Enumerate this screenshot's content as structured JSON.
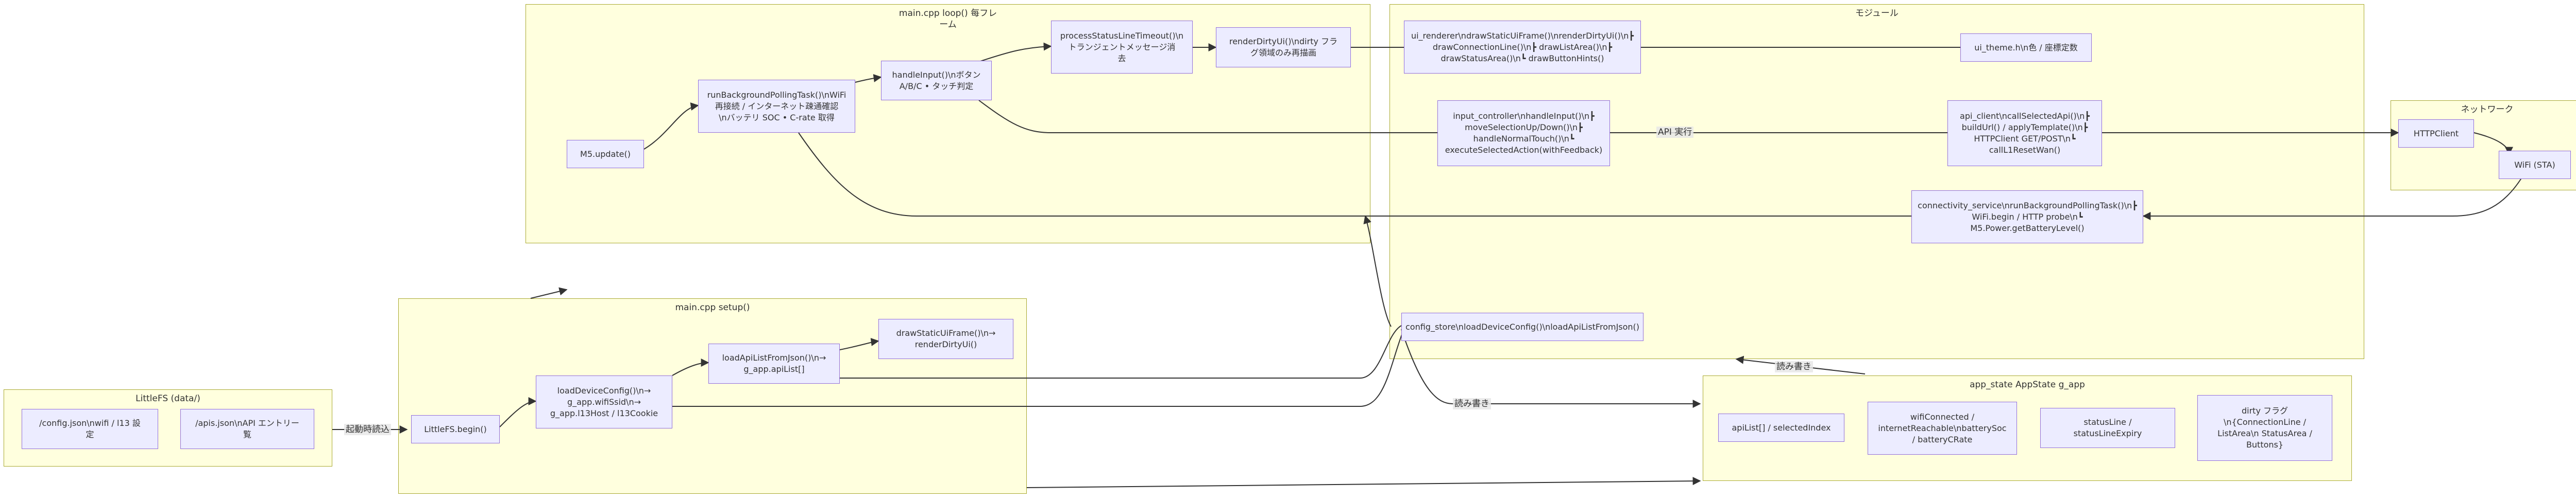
{
  "clusters": {
    "loop": "main.cpp loop() 每フレ\nーム",
    "modules": "モジュール",
    "network": "ネットワーク",
    "setup": "main.cpp setup()",
    "littlefs": "LittleFS (data/)",
    "appstate": "app_state AppState g_app"
  },
  "nodes": {
    "m5update": "M5.update()",
    "bgpoll": "runBackgroundPollingTask()\\nWiFi\n再接続 / インターネット疎通確認\n\\nバッテリ SOC • C-rate 取得",
    "handleinput": "handleInput()\\nボタン\nA/B/C • タッチ判定",
    "statustimeout": "processStatusLineTimeout()\\n\nトランジェントメッセージ消\n去",
    "renderdirty": "renderDirtyUi()\\ndirty フラ\nグ領域のみ再描画",
    "uirenderer": "ui_renderer\\ndrawStaticUiFrame()\\nrenderDirtyUi()\\n┣\ndrawConnectionLine()\\n┣ drawListArea()\\n┣\ndrawStatusArea()\\n┗ drawButtonHints()",
    "uitheme": "ui_theme.h\\n色 / 座標定数",
    "inputctrl": "input_controller\\nhandleInput()\\n┣\nmoveSelectionUp/Down()\\n┣\nhandleNormalTouch()\\n┗\nexecuteSelectedAction(withFeedback)",
    "apiclient": "api_client\\ncallSelectedApi()\\n┣\nbuildUrl() / applyTemplate()\\n┣\nHTTPClient GET/POST\\n┗\ncallL1ResetWan()",
    "httpclient": "HTTPClient",
    "wifi": "WiFi (STA)",
    "connectivity": "connectivity_service\\nrunBackgroundPollingTask()\\n┣\nWiFi.begin / HTTP probe\\n┗\nM5.Power.getBatteryLevel()",
    "configstore": "config_store\\nloadDeviceConfig()\\nloadApiListFromJson()",
    "drawstatic": "drawStaticUiFrame()\\n→\nrenderDirtyUi()",
    "loadapilist": "loadApiListFromJson()\\n→\ng_app.apiList[]",
    "loaddevcfg": "loadDeviceConfig()\\n→\ng_app.wifiSsid\\n→\ng_app.l13Host / l13Cookie",
    "littlefsbegin": "LittleFS.begin()",
    "configjson": "/config.json\\nwifi / l13 設\n定",
    "apisjson": "/apis.json\\nAPI エントリー\n覧",
    "apilist": "apiList[] / selectedIndex",
    "wificonn": "wifiConnected /\ninternetReachable\\nbatterySoc\n/ batteryCRate",
    "statusline": "statusLine /\nstatusLineExpiry",
    "dirtyflags": "dirty フラグ\n\\n{ConnectionLine /\nListArea\\n StatusArea /\nButtons}"
  },
  "edge_labels": {
    "api": "API 実行",
    "boot": "起動時読込",
    "rw1": "読み書き",
    "rw2": "読み書き"
  }
}
